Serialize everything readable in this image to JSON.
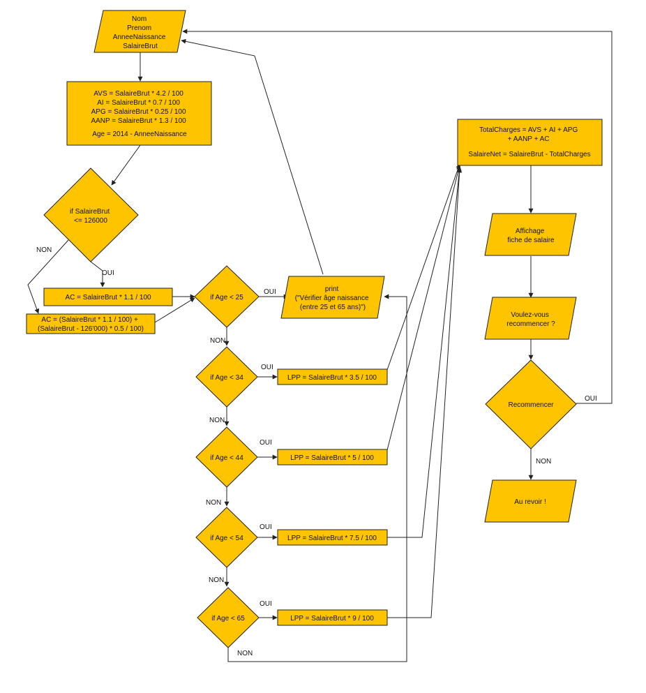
{
  "nodes": {
    "input": [
      "Nom",
      "Prenom",
      "AnneeNaissance",
      "SalaireBrut"
    ],
    "calc": [
      "AVS = SalaireBrut * 4.2 / 100",
      "AI = SalaireBrut * 0.7 / 100",
      "APG = SalaireBrut * 0.25 / 100",
      "AANP = SalaireBrut * 1.3 / 100",
      "",
      "Age = 2014 - AnneeNaissance"
    ],
    "dec_salaire": [
      "if  SalaireBrut",
      "<= 126000"
    ],
    "ac1": "AC = SalaireBrut * 1.1 / 100",
    "ac2": [
      "AC = (SalaireBrut * 1.1 / 100) +",
      "(SalaireBrut - 126'000) * 0.5 / 100)"
    ],
    "dec_25": "if Age < 25",
    "print": [
      "print",
      "(\"Vérifier âge naissance",
      "(entre 25 et 65 ans)\")"
    ],
    "dec_34": "if Age < 34",
    "lpp34": "LPP = SalaireBrut * 3.5 / 100",
    "dec_44": "if Age < 44",
    "lpp44": "LPP = SalaireBrut * 5 / 100",
    "dec_54": "if Age < 54",
    "lpp54": "LPP = SalaireBrut * 7.5 / 100",
    "dec_65": "if Age < 65",
    "lpp65": "LPP = SalaireBrut * 9 / 100",
    "totals": [
      "TotalCharges = AVS + AI + APG",
      "+ AANP + AC",
      "",
      "SalaireNet = SalaireBrut - TotalCharges"
    ],
    "affichage": [
      "Affichage",
      "fiche de salaire"
    ],
    "voulez": [
      "Voulez-vous",
      "recommencer ?"
    ],
    "recommencer": "Recommencer",
    "aurevoir": "Au revoir !"
  },
  "edge_labels": {
    "non_salaire": "NON",
    "oui_salaire": "OUI",
    "oui_25": "OUI",
    "non_25": "NON",
    "oui_34": "OUI",
    "non_34": "NON",
    "oui_44": "OUI",
    "non_44": "NON",
    "oui_54": "OUI",
    "non_54": "NON",
    "oui_65": "OUI",
    "non_65": "NON",
    "oui_recommencer": "OUI",
    "non_recommencer": "NON"
  },
  "colors": {
    "fill": "#FFC400",
    "stroke": "#222222"
  }
}
